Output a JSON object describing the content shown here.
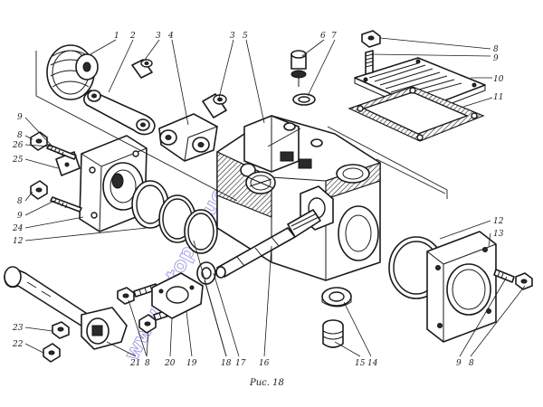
{
  "figure": {
    "caption": "Рис. 18",
    "watermark": "www.autoproduce.ru"
  },
  "callouts": [
    {
      "id": "l1",
      "text": "1"
    },
    {
      "id": "l2",
      "text": "2"
    },
    {
      "id": "l3a",
      "text": "3"
    },
    {
      "id": "l4",
      "text": "4"
    },
    {
      "id": "l3b",
      "text": "3"
    },
    {
      "id": "l5",
      "text": "5"
    },
    {
      "id": "l6",
      "text": "6"
    },
    {
      "id": "l7",
      "text": "7"
    },
    {
      "id": "l8a",
      "text": "8"
    },
    {
      "id": "l9a",
      "text": "9"
    },
    {
      "id": "l10",
      "text": "10"
    },
    {
      "id": "l11",
      "text": "11"
    },
    {
      "id": "l9b",
      "text": "9"
    },
    {
      "id": "l8b",
      "text": "8"
    },
    {
      "id": "l26",
      "text": "26"
    },
    {
      "id": "l25",
      "text": "25"
    },
    {
      "id": "l8c",
      "text": "8"
    },
    {
      "id": "l9c",
      "text": "9"
    },
    {
      "id": "l24",
      "text": "24"
    },
    {
      "id": "l12a",
      "text": "12"
    },
    {
      "id": "l12b",
      "text": "12"
    },
    {
      "id": "l13",
      "text": "13"
    },
    {
      "id": "l23",
      "text": "23"
    },
    {
      "id": "l22",
      "text": "22"
    },
    {
      "id": "l21",
      "text": "21"
    },
    {
      "id": "l8d",
      "text": "8"
    },
    {
      "id": "l20",
      "text": "20"
    },
    {
      "id": "l19",
      "text": "19"
    },
    {
      "id": "l18",
      "text": "18"
    },
    {
      "id": "l17",
      "text": "17"
    },
    {
      "id": "l16",
      "text": "16"
    },
    {
      "id": "l15",
      "text": "15"
    },
    {
      "id": "l14",
      "text": "14"
    },
    {
      "id": "l9d",
      "text": "9"
    },
    {
      "id": "l8e",
      "text": "8"
    }
  ]
}
